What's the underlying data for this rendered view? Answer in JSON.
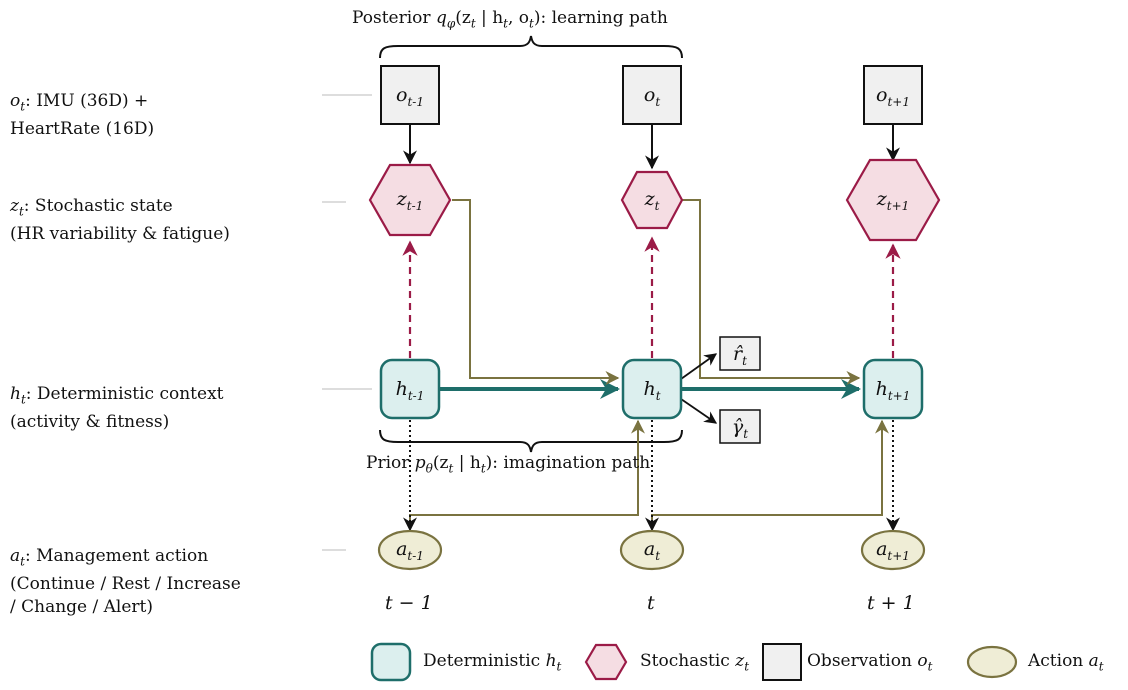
{
  "row_labels": {
    "o": {
      "symbol": "o",
      "sub": "t",
      "line1": ": IMU (36D) +",
      "line2": "HeartRate (16D)"
    },
    "z": {
      "symbol": "z",
      "sub": "t",
      "line1": ": Stochastic state",
      "line2": "(HR variability & fatigue)"
    },
    "h": {
      "symbol": "h",
      "sub": "t",
      "line1": ": Deterministic context",
      "line2": "(activity & fitness)"
    },
    "a": {
      "symbol": "a",
      "sub": "t",
      "line1": ": Management action",
      "line2": "(Continue / Rest / Increase",
      "line3": "/ Change / Alert)"
    }
  },
  "posterior_brace": {
    "prefix": "Posterior ",
    "q": "q",
    "q_sub": "φ",
    "args": "(z",
    "args_sub": "t",
    "mid": " | h",
    "mid_sub": "t",
    "tail": ", o",
    "tail_sub": "t",
    "close": "): learning path"
  },
  "prior_brace": {
    "prefix": "Prior ",
    "p": "p",
    "p_sub": "θ",
    "args": "(z",
    "args_sub": "t",
    "mid": " | h",
    "mid_sub": "t",
    "close": "): imagination path"
  },
  "nodes": {
    "o_prev": {
      "base": "o",
      "sub": "t-1"
    },
    "o_cur": {
      "base": "o",
      "sub": "t"
    },
    "o_next": {
      "base": "o",
      "sub": "t+1"
    },
    "z_prev": {
      "base": "z",
      "sub": "t-1"
    },
    "z_cur": {
      "base": "z",
      "sub": "t"
    },
    "z_next": {
      "base": "z",
      "sub": "t+1"
    },
    "h_prev": {
      "base": "h",
      "sub": "t-1"
    },
    "h_cur": {
      "base": "h",
      "sub": "t"
    },
    "h_next": {
      "base": "h",
      "sub": "t+1"
    },
    "a_prev": {
      "base": "a",
      "sub": "t-1"
    },
    "a_cur": {
      "base": "a",
      "sub": "t"
    },
    "a_next": {
      "base": "a",
      "sub": "t+1"
    },
    "r_hat": {
      "base": "r̂",
      "sub": "t"
    },
    "gamma_hat": {
      "base": "γ̂",
      "sub": "t"
    }
  },
  "time_labels": [
    "t − 1",
    "t",
    "t + 1"
  ],
  "legend": {
    "deterministic": {
      "text": "Deterministic ",
      "sym": "h",
      "sub": "t"
    },
    "stochastic": {
      "text": "Stochastic ",
      "sym": "z",
      "sub": "t"
    },
    "observation": {
      "text": "Observation ",
      "sym": "o",
      "sub": "t"
    },
    "action": {
      "text": "Action ",
      "sym": "a",
      "sub": "t"
    }
  },
  "colors": {
    "teal_fill": "#dcefee",
    "teal_stroke": "#1e6e6a",
    "crimson_fill": "#f5dde3",
    "crimson_stroke": "#9b1b47",
    "obs_fill": "#f0f0f0",
    "olive_fill": "#efedd6",
    "olive_stroke": "#7a7340",
    "olive_line": "#7a7340"
  }
}
